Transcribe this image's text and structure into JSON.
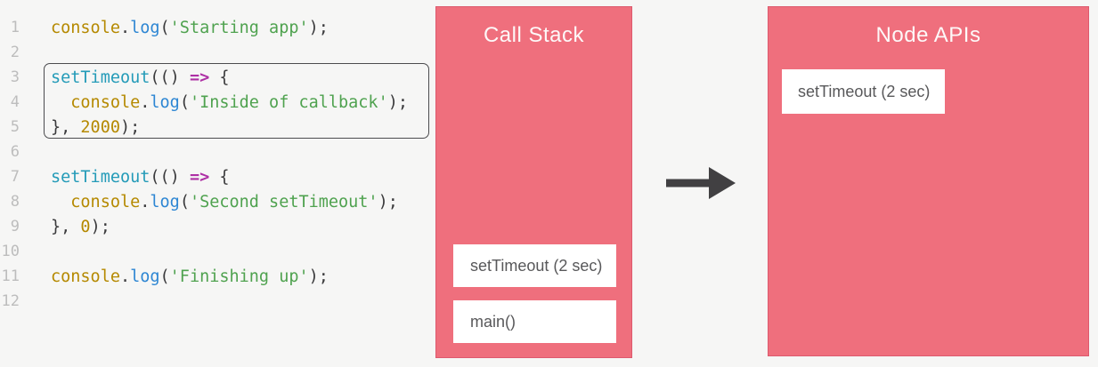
{
  "colors": {
    "background": "#f6f6f5",
    "panel_red": "#ef6f7d",
    "panel_border": "#dd5a6e",
    "arrow": "#414042",
    "frame_text": "#58585a",
    "title_text": "#fdf8f8",
    "line_number": "#bdbdbd"
  },
  "code": {
    "highlighted_lines": "3-5",
    "lines": [
      {
        "num": "1",
        "tokens": [
          {
            "c": "obj",
            "t": "console"
          },
          {
            "c": "p",
            "t": "."
          },
          {
            "c": "fn",
            "t": "log"
          },
          {
            "c": "p",
            "t": "("
          },
          {
            "c": "str",
            "t": "'Starting app'"
          },
          {
            "c": "p",
            "t": ");"
          }
        ]
      },
      {
        "num": "2",
        "tokens": []
      },
      {
        "num": "3",
        "tokens": [
          {
            "c": "fn2",
            "t": "setTimeout"
          },
          {
            "c": "p",
            "t": "(() "
          },
          {
            "c": "kw",
            "t": "=>"
          },
          {
            "c": "p",
            "t": " {"
          }
        ]
      },
      {
        "num": "4",
        "tokens": [
          {
            "c": "p",
            "t": "  "
          },
          {
            "c": "obj",
            "t": "console"
          },
          {
            "c": "p",
            "t": "."
          },
          {
            "c": "fn",
            "t": "log"
          },
          {
            "c": "p",
            "t": "("
          },
          {
            "c": "str",
            "t": "'Inside of callback'"
          },
          {
            "c": "p",
            "t": ");"
          }
        ]
      },
      {
        "num": "5",
        "tokens": [
          {
            "c": "p",
            "t": "}, "
          },
          {
            "c": "num",
            "t": "2000"
          },
          {
            "c": "p",
            "t": ");"
          }
        ]
      },
      {
        "num": "6",
        "tokens": []
      },
      {
        "num": "7",
        "tokens": [
          {
            "c": "fn2",
            "t": "setTimeout"
          },
          {
            "c": "p",
            "t": "(() "
          },
          {
            "c": "kw",
            "t": "=>"
          },
          {
            "c": "p",
            "t": " {"
          }
        ]
      },
      {
        "num": "8",
        "tokens": [
          {
            "c": "p",
            "t": "  "
          },
          {
            "c": "obj",
            "t": "console"
          },
          {
            "c": "p",
            "t": "."
          },
          {
            "c": "fn",
            "t": "log"
          },
          {
            "c": "p",
            "t": "("
          },
          {
            "c": "str",
            "t": "'Second setTimeout'"
          },
          {
            "c": "p",
            "t": ");"
          }
        ]
      },
      {
        "num": "9",
        "tokens": [
          {
            "c": "p",
            "t": "}, "
          },
          {
            "c": "num",
            "t": "0"
          },
          {
            "c": "p",
            "t": ");"
          }
        ]
      },
      {
        "num": "10",
        "tokens": []
      },
      {
        "num": "11",
        "tokens": [
          {
            "c": "obj",
            "t": "console"
          },
          {
            "c": "p",
            "t": "."
          },
          {
            "c": "fn",
            "t": "log"
          },
          {
            "c": "p",
            "t": "("
          },
          {
            "c": "str",
            "t": "'Finishing up'"
          },
          {
            "c": "p",
            "t": ");"
          }
        ]
      },
      {
        "num": "12",
        "tokens": []
      }
    ]
  },
  "call_stack": {
    "title": "Call Stack",
    "frames": [
      "setTimeout (2 sec)",
      "main()"
    ]
  },
  "node_apis": {
    "title": "Node APIs",
    "items": [
      "setTimeout (2 sec)"
    ]
  }
}
